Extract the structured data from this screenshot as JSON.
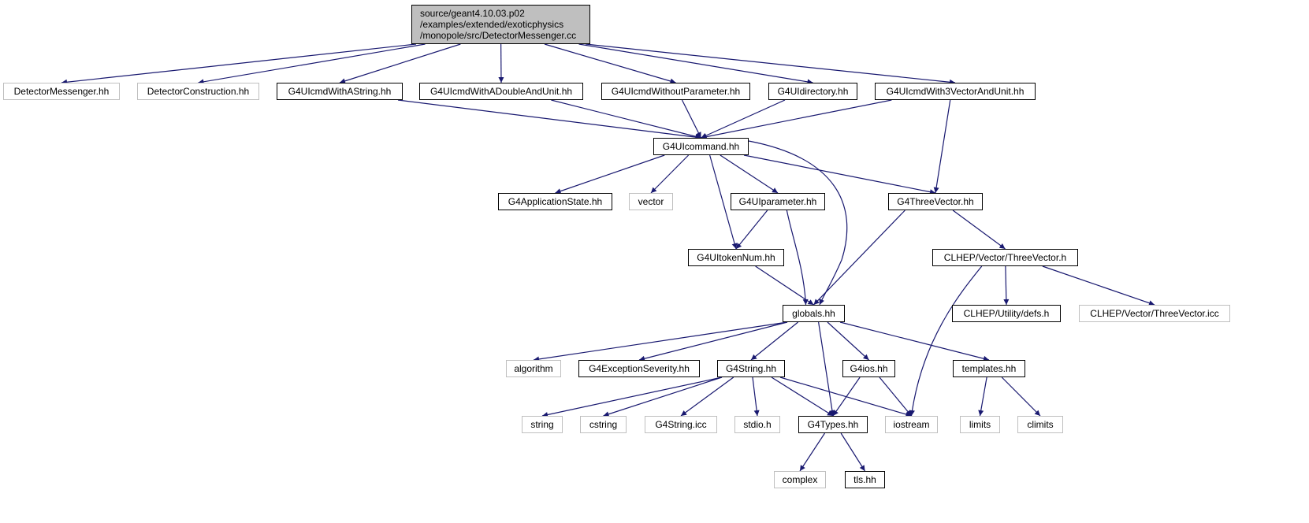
{
  "colors": {
    "edge": "#191970",
    "linked_border": "#000000",
    "external_border": "#bfbfbf",
    "root_fill": "#bfbfbf"
  },
  "root": {
    "label_lines": [
      "source/geant4.10.03.p02",
      "/examples/extended/exoticphysics",
      "/monopole/src/DetectorMessenger.cc"
    ]
  },
  "nodes": [
    {
      "id": "detmsg",
      "label": "DetectorMessenger.hh",
      "linked": false
    },
    {
      "id": "detcon",
      "label": "DetectorConstruction.hh",
      "linked": false
    },
    {
      "id": "cmdstr",
      "label": "G4UIcmdWithAString.hh",
      "linked": true
    },
    {
      "id": "cmddbl",
      "label": "G4UIcmdWithADoubleAndUnit.hh",
      "linked": true
    },
    {
      "id": "cmdnop",
      "label": "G4UIcmdWithoutParameter.hh",
      "linked": true
    },
    {
      "id": "uidir",
      "label": "G4UIdirectory.hh",
      "linked": true
    },
    {
      "id": "cmd3v",
      "label": "G4UIcmdWith3VectorAndUnit.hh",
      "linked": true
    },
    {
      "id": "uicmd",
      "label": "G4UIcommand.hh",
      "linked": true
    },
    {
      "id": "appst",
      "label": "G4ApplicationState.hh",
      "linked": true
    },
    {
      "id": "vector",
      "label": "vector",
      "linked": false
    },
    {
      "id": "uipar",
      "label": "G4UIparameter.hh",
      "linked": true
    },
    {
      "id": "threev",
      "label": "G4ThreeVector.hh",
      "linked": true
    },
    {
      "id": "tokn",
      "label": "G4UItokenNum.hh",
      "linked": true
    },
    {
      "id": "clhep3v",
      "label": "CLHEP/Vector/ThreeVector.h",
      "linked": true
    },
    {
      "id": "globals",
      "label": "globals.hh",
      "linked": true
    },
    {
      "id": "defs",
      "label": "CLHEP/Utility/defs.h",
      "linked": true
    },
    {
      "id": "clhep3vicc",
      "label": "CLHEP/Vector/ThreeVector.icc",
      "linked": false
    },
    {
      "id": "algo",
      "label": "algorithm",
      "linked": false
    },
    {
      "id": "exsev",
      "label": "G4ExceptionSeverity.hh",
      "linked": true
    },
    {
      "id": "g4str",
      "label": "G4String.hh",
      "linked": true
    },
    {
      "id": "g4ios",
      "label": "G4ios.hh",
      "linked": true
    },
    {
      "id": "templ",
      "label": "templates.hh",
      "linked": true
    },
    {
      "id": "string",
      "label": "string",
      "linked": false
    },
    {
      "id": "cstring",
      "label": "cstring",
      "linked": false
    },
    {
      "id": "stricc",
      "label": "G4String.icc",
      "linked": false
    },
    {
      "id": "stdio",
      "label": "stdio.h",
      "linked": false
    },
    {
      "id": "types",
      "label": "G4Types.hh",
      "linked": true
    },
    {
      "id": "iostream",
      "label": "iostream",
      "linked": false
    },
    {
      "id": "limits",
      "label": "limits",
      "linked": false
    },
    {
      "id": "climits",
      "label": "climits",
      "linked": false
    },
    {
      "id": "complex",
      "label": "complex",
      "linked": false
    },
    {
      "id": "tls",
      "label": "tls.hh",
      "linked": true
    }
  ],
  "edges": [
    [
      "root",
      "detmsg"
    ],
    [
      "root",
      "detcon"
    ],
    [
      "root",
      "cmdstr"
    ],
    [
      "root",
      "cmddbl"
    ],
    [
      "root",
      "cmdnop"
    ],
    [
      "root",
      "uidir"
    ],
    [
      "root",
      "cmd3v"
    ],
    [
      "cmdstr",
      "uicmd"
    ],
    [
      "cmddbl",
      "uicmd"
    ],
    [
      "cmdnop",
      "uicmd"
    ],
    [
      "uidir",
      "uicmd"
    ],
    [
      "cmd3v",
      "uicmd"
    ],
    [
      "cmd3v",
      "threev"
    ],
    [
      "uicmd",
      "appst"
    ],
    [
      "uicmd",
      "vector"
    ],
    [
      "uicmd",
      "uipar"
    ],
    [
      "uicmd",
      "threev"
    ],
    [
      "uicmd",
      "tokn"
    ],
    [
      "uicmd",
      "globals"
    ],
    [
      "uipar",
      "tokn"
    ],
    [
      "uipar",
      "globals"
    ],
    [
      "tokn",
      "globals"
    ],
    [
      "threev",
      "globals"
    ],
    [
      "threev",
      "clhep3v"
    ],
    [
      "clhep3v",
      "defs"
    ],
    [
      "clhep3v",
      "clhep3vicc"
    ],
    [
      "clhep3v",
      "iostream"
    ],
    [
      "globals",
      "algo"
    ],
    [
      "globals",
      "exsev"
    ],
    [
      "globals",
      "g4str"
    ],
    [
      "globals",
      "types"
    ],
    [
      "globals",
      "g4ios"
    ],
    [
      "globals",
      "templ"
    ],
    [
      "g4str",
      "string"
    ],
    [
      "g4str",
      "cstring"
    ],
    [
      "g4str",
      "stricc"
    ],
    [
      "g4str",
      "stdio"
    ],
    [
      "g4str",
      "types"
    ],
    [
      "g4str",
      "iostream"
    ],
    [
      "g4ios",
      "types"
    ],
    [
      "g4ios",
      "iostream"
    ],
    [
      "templ",
      "limits"
    ],
    [
      "templ",
      "climits"
    ],
    [
      "types",
      "complex"
    ],
    [
      "types",
      "tls"
    ]
  ]
}
